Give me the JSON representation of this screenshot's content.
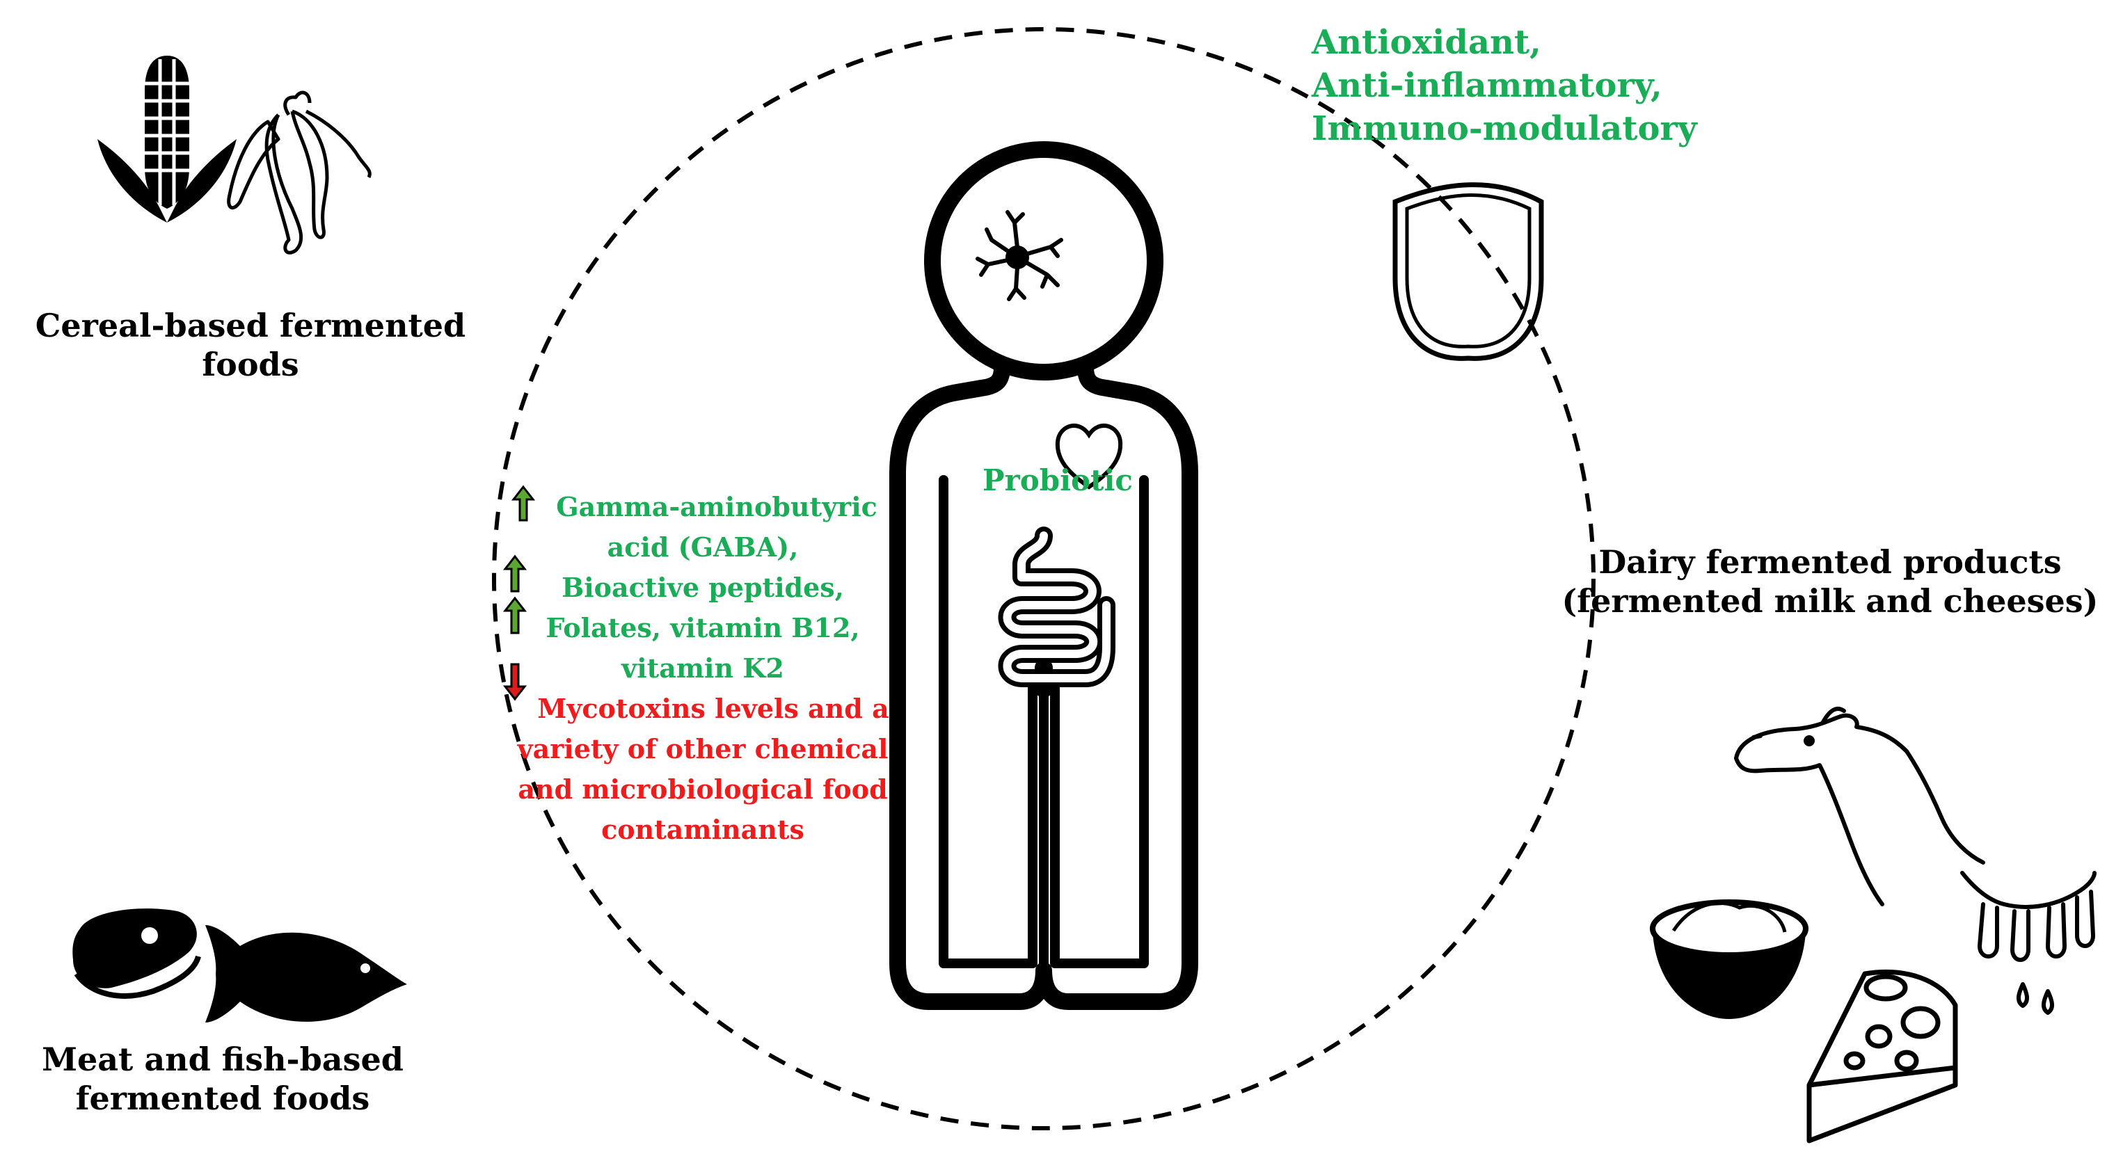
{
  "sources": {
    "cereal": "Cereal-based fermented\nfoods",
    "meat_fish": "Meat and fish-based\nfermented foods",
    "dairy": "Dairy fermented products\n(fermented milk and cheeses)"
  },
  "center": {
    "probiotic_label": "Probiotic"
  },
  "benefits": {
    "lines": [
      "Antioxidant,",
      "Anti-inflammatory,",
      "Immuno-modulatory"
    ]
  },
  "effects": {
    "increased": [
      "Gamma-aminobutyric",
      "acid (GABA),",
      "Bioactive peptides,",
      "Folates, vitamin B12,",
      "vitamin K2"
    ],
    "decreased": [
      "Mycotoxins levels and a",
      "variety of other chemical",
      "and microbiological food",
      "contaminants"
    ]
  },
  "colors": {
    "green": "#1aac57",
    "red": "#ee1c1c",
    "arrow_green": "#5aa832",
    "arrow_red": "#d91c1c"
  },
  "icons": [
    "corn-icon",
    "cassava-icon",
    "meat-steak-icon",
    "fish-icon",
    "camel-icon",
    "bowl-of-yogurt-icon",
    "udder-icon",
    "cheese-icon",
    "shield-icon",
    "neuron-icon",
    "heart-icon",
    "intestine-icon",
    "human-figure-icon"
  ]
}
